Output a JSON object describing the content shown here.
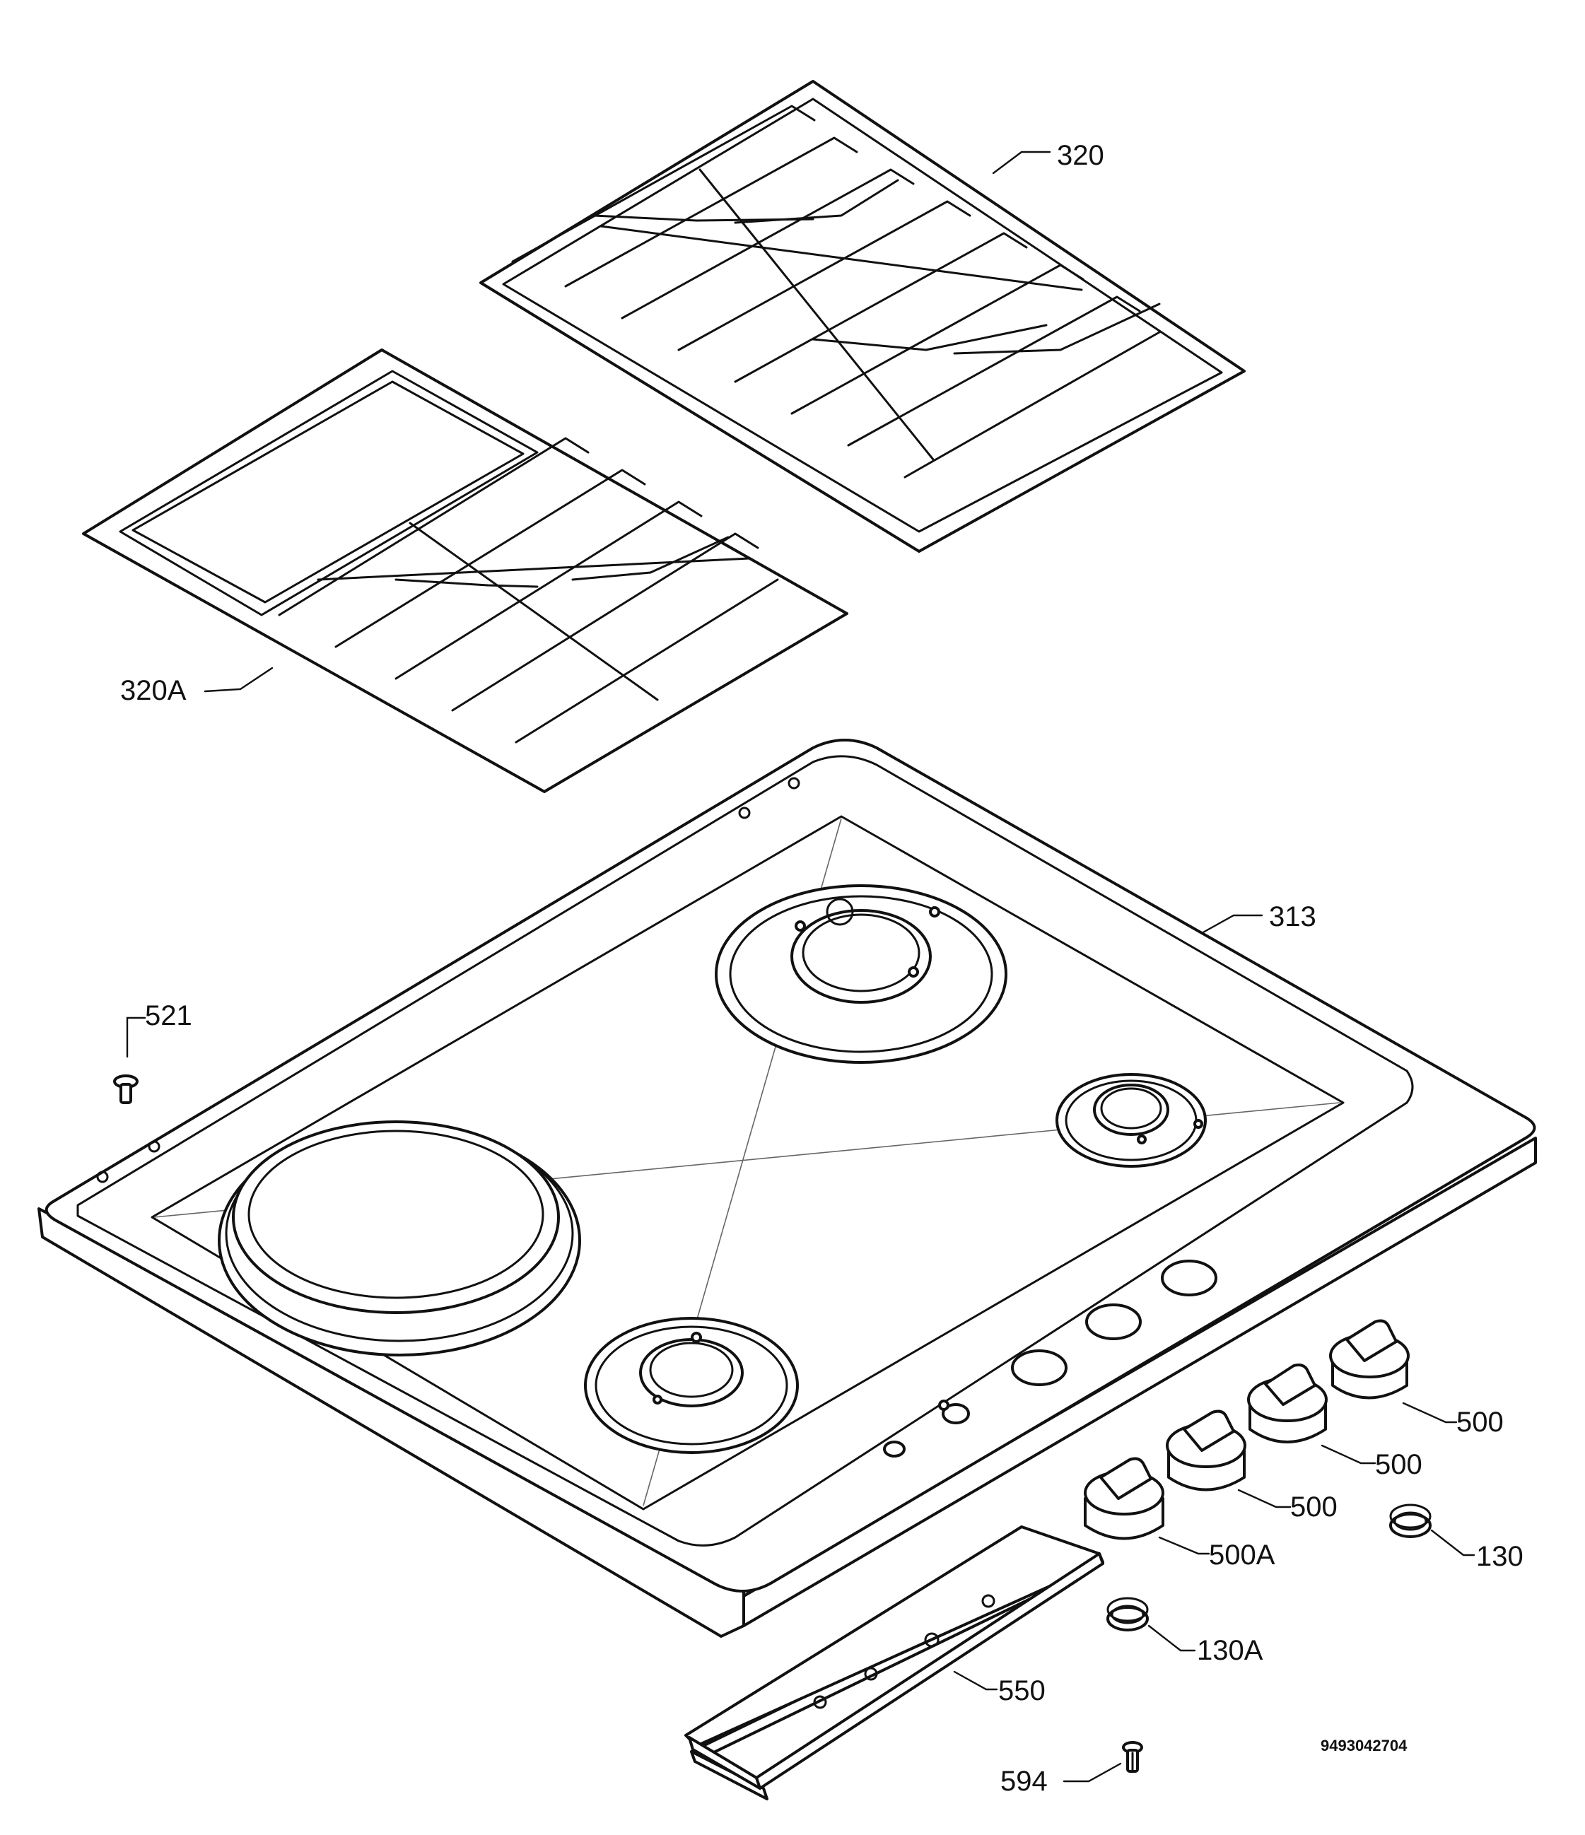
{
  "labels": {
    "pan_support_right": "320",
    "pan_support_left": "320A",
    "hob_top": "313",
    "screw_top": "521",
    "knob_1": "500",
    "knob_2": "500",
    "knob_3": "500",
    "knob_main": "500A",
    "ring_1": "130",
    "ring_2": "130A",
    "control_panel": "550",
    "pin": "594"
  },
  "drawing_code": "9493042704"
}
